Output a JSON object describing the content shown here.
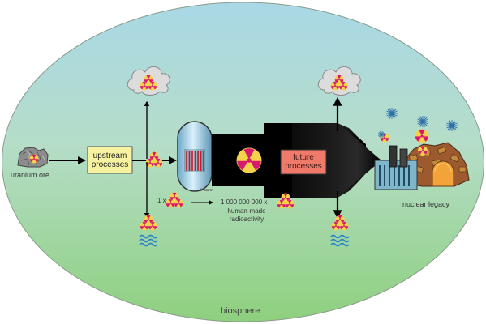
{
  "labels": {
    "uranium_ore": "uranium ore",
    "upstream_processes": "upstream\nprocesses",
    "future_processes": "future\nprocesses",
    "nuclear_legacy": "nuclear legacy",
    "biosphere": "biosphere",
    "one_x": "1 x",
    "billion_x": "1 000 000 000 x",
    "human_made": "human-made\nradioactivity",
    "copyright": "© Storm"
  },
  "colors": {
    "sky_top": "#a9d8e6",
    "ground_bottom": "#8ed07e",
    "upstream_box": "#f6f2a0",
    "future_box": "#f07a6a",
    "trefoil": "#d8196f",
    "trefoil_bg": "#f4d24a",
    "water": "#2a86c9",
    "cloud": "#dcdcdc"
  },
  "icons": {
    "radiation": "radiation-trefoil-icon",
    "cloud": "cloud-icon",
    "water": "water-waves-icon",
    "reactor": "reactor-vessel-icon",
    "ore": "uranium-ore-rock-icon",
    "waste": "nuclear-waste-site-icon"
  }
}
